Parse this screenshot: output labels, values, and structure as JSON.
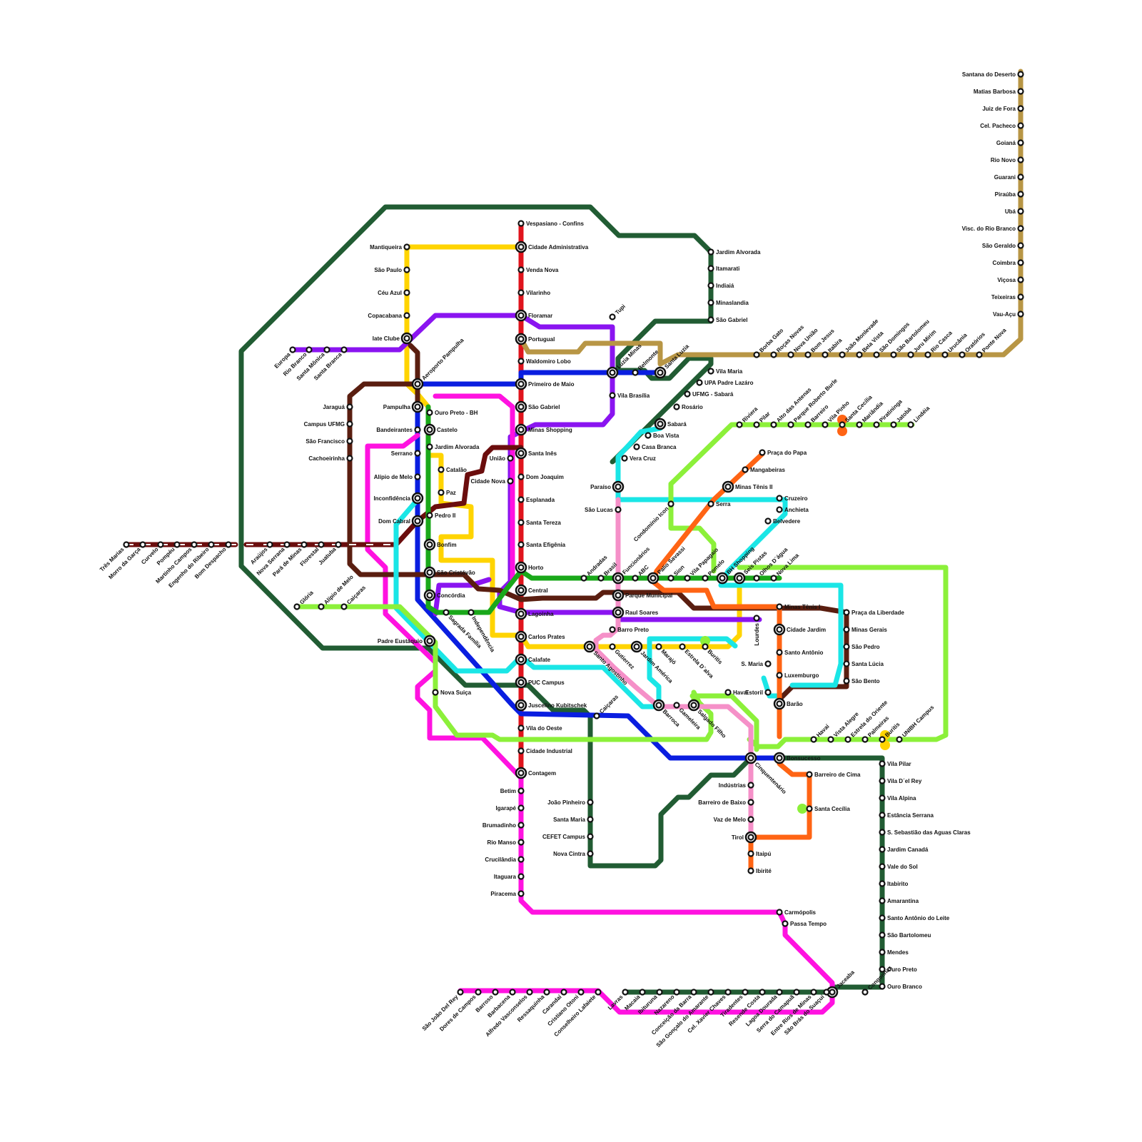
{
  "colors": {
    "red": "#e0141d",
    "blue": "#0a1ee0",
    "yellow": "#ffd400",
    "purple": "#8a14f0",
    "magenta": "#ff12e0",
    "darkbrown": "#5a1e10",
    "maroon": "#6b0d0d",
    "darkgreen": "#215c33",
    "green": "#1aa81a",
    "lime": "#8cf03a",
    "cyan": "#1ae6e6",
    "orange": "#ff6414",
    "pink": "#f590c8",
    "gold": "#b89645"
  },
  "stations": [
    "Vespasiano - Confins",
    "Cidade Administrativa",
    "Venda Nova",
    "Vilarinho",
    "Floramar",
    "Portugual",
    "Waldomiro Lobo",
    "Primeiro de Maio",
    "São Gabriel",
    "Minas Shopping",
    "Santa Inês",
    "Dom Joaquim",
    "Esplanada",
    "Santa Tereza",
    "Santa Efigênia",
    "Horto",
    "Central",
    "Lagoinha",
    "Carlos Prates",
    "Calafate",
    "PUC Campus",
    "Juscelino Kubitschek",
    "Vila do Oeste",
    "Cidade Industrial",
    "Contagem",
    "Betim",
    "Igarapé",
    "Brumadinho",
    "Rio Manso",
    "Crucilândia",
    "Itaguara",
    "Piracema",
    "Mantiqueira",
    "São Paulo",
    "Céu Azul",
    "Copacabana",
    "Iate Clube",
    "Aeroporto Pampulha",
    "Pampulha",
    "Ouro Preto - BH",
    "Bandeirantes",
    "Castelo",
    "Jardim Alvorada",
    "Serrano",
    "Catalão",
    "Alípio de Melo",
    "Paz",
    "Inconfidência",
    "Dom Cabral",
    "Pedro II",
    "Bonfim",
    "São Cristóvão",
    "Concórdia",
    "Sagrada Família",
    "Independência",
    "Padre Eustáquio",
    "Nova Suiça",
    "Jaraguá",
    "Campus UFMG",
    "São Francisco",
    "Cachoeirinha",
    "Europa",
    "Rio Branco",
    "Santa Mônica",
    "Santa Branca",
    "Três Marias",
    "Morro da Garça",
    "Curvelo",
    "Pompéu",
    "Martinho Campos",
    "Engenho do Ribeiro",
    "Bom Despacho",
    "Araújos",
    "Nova Serrana",
    "Pará de Minas",
    "Florestal",
    "Juatuba",
    "Glória",
    "Alípio de Melo",
    "Caiçaras",
    "Tupi",
    "Santa Luzia",
    "Belmonte",
    "Luzia Minas",
    "Vila Brasília",
    "União",
    "Cidade Nova",
    "Jardim Alvorada",
    "Itamarati",
    "Indiaiá",
    "Minaslandia",
    "São Gabriel",
    "Vila Maria",
    "UPA Padre Lazáro",
    "UFMG - Sabará",
    "Rosário",
    "Sabará",
    "Boa Vista",
    "Casa Branca",
    "Vera Cruz",
    "Paraíso",
    "São Lucas",
    "Condomínio Icon",
    "Funcionários",
    "Andradas",
    "Brasil",
    "ABC",
    "Palio Savassi",
    "Sion",
    "Vila Papagaio",
    "Pomelo",
    "BH Shopping",
    "Seis Pistas",
    "Olhos D´água",
    "Nova Lima",
    "Parque Municipal",
    "Raul Soares",
    "Barro Preto",
    "Santo Agostinho",
    "Gutierrez",
    "Jardim América",
    "Marajó",
    "Estrela D´alva",
    "Buritis",
    "Barroca",
    "Gameleira",
    "Salgado Filho",
    "Havaí",
    "S. Maria",
    "Estoril",
    "Lourdes",
    "Minas Tênis II",
    "Serra",
    "Mangabeiras",
    "Praça do Papa",
    "Cruzeiro",
    "Anchieta",
    "Belvedere",
    "Minas Tênis I",
    "Cidade Jardim",
    "Santo Antônio",
    "Luxemburgo",
    "Barão",
    "Praça da Liberdade",
    "Minas Gerais",
    "São Pedro",
    "Santa Lúcia",
    "São Bento",
    "Riviera",
    "Pilar",
    "Alto das Antenas",
    "Parque Roberto Burle",
    "Barreiro",
    "Vila Pinho",
    "Santa Cecília",
    "Mariândia",
    "Piratininga",
    "Jatobá",
    "Lindéia",
    "Havaí",
    "Vista Alegre",
    "Estrela do Oriente",
    "Palmeiras",
    "Buritis",
    "UNIBH Campus",
    "Cinquentenário",
    "Bonsucesso",
    "Barreiro de Cima",
    "Santa Cecília",
    "Indústrias",
    "Barreiro de Baixo",
    "Vaz de Melo",
    "Tirol",
    "Itaipú",
    "Ibirité",
    "Caiçaras",
    "João Pinheiro",
    "Santa Maria",
    "CEFET Campus",
    "Nova Cintra",
    "Carmópolis",
    "Passa Tempo",
    "Jaceaba",
    "Congonhas",
    "Vila Pilar",
    "Vila D´el Rey",
    "Vila Alpina",
    "Estância Serrana",
    "S. Sebastião das Aguas Claras",
    "Jardim Canadá",
    "Vale do Sol",
    "Itabirito",
    "Amarantina",
    "Santo Antônio do Leite",
    "São Bartolomeu",
    "Mendes",
    "Ouro Preto",
    "Ouro Branco",
    "São João Del Rey",
    "Dores de Campos",
    "Barroso",
    "Barbacena",
    "Alfredo Vasconselos",
    "Ressaquinha",
    "Carandaí",
    "Cristiano Otoni",
    "Conselheiro Lafaiete",
    "Lavras",
    "Macaia",
    "Ibituruna",
    "Nazareno",
    "Conceição da Barra",
    "São Gonçalo do Amarante",
    "Cel. Xavier Chaves",
    "Tiradentes",
    "Resende Costa",
    "Lagoa Dourada",
    "Serra do Camapuã",
    "Entre Rios de Minas",
    "São Brás do Suaçuí",
    "Borba Gato",
    "Roças Novas",
    "Nova União",
    "Bom Jesus",
    "Itabira",
    "João Monlevade",
    "Bela Vista",
    "São Domingos",
    "São Bartolomeu",
    "Juru Mirim",
    "Rio Casca",
    "Urucânia",
    "Oratórios",
    "Ponte Nova",
    "Santana do Deserto",
    "Matias Barbosa",
    "Juiz de Fora",
    "Cel. Pacheco",
    "Goianá",
    "Rio Novo",
    "Guarani",
    "Piraúba",
    "Ubá",
    "Visc. do Rio Branco",
    "São Geraldo",
    "Coimbra",
    "Viçosa",
    "Teixeiras",
    "Vau-Açu"
  ]
}
